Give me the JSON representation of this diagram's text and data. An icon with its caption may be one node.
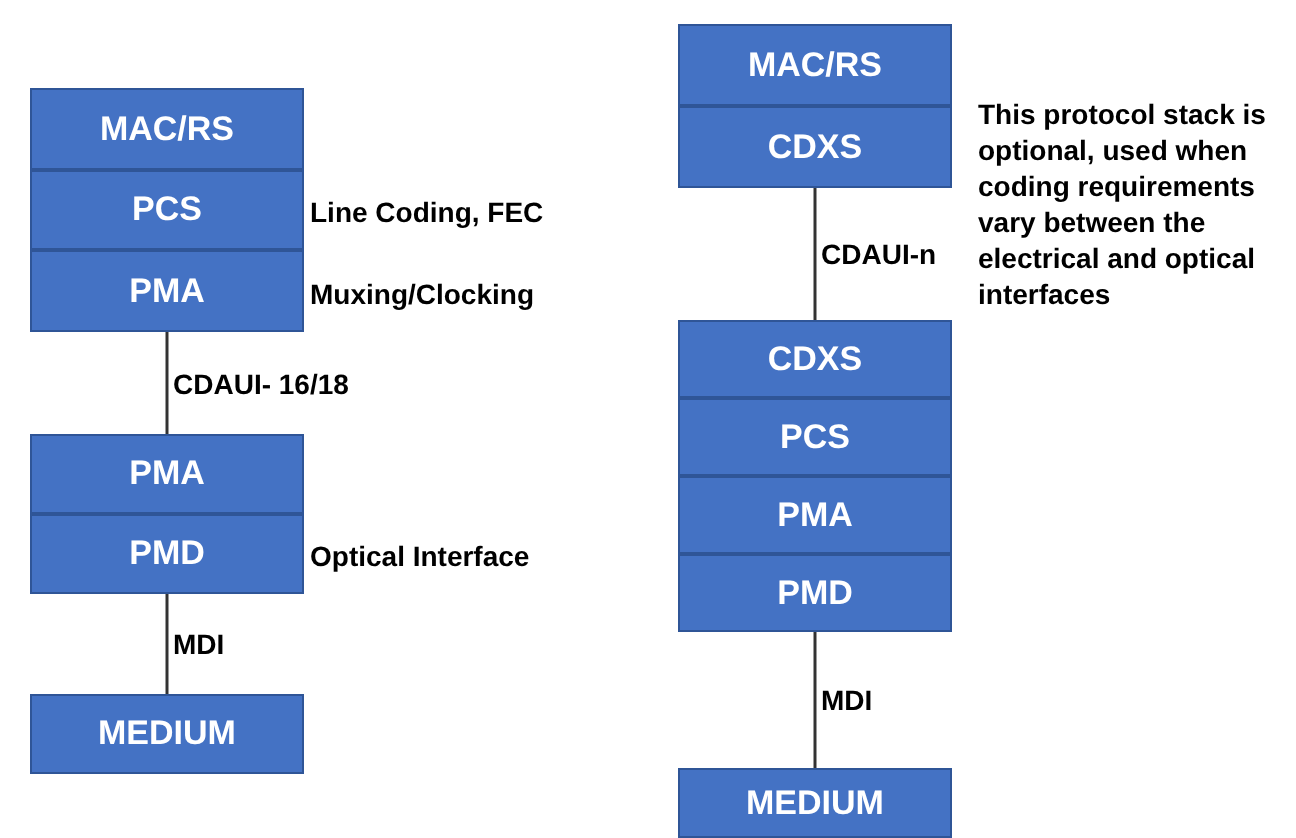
{
  "diagram": {
    "nodes": [
      {
        "text": [
          "MAC/RS"
        ]
      },
      {
        "text": [
          "PCS"
        ],
        "beside": [
          "Line Coding, FEC"
        ]
      },
      {
        "text": [
          "PMA"
        ],
        "beside": [
          "Muxing/Clocking"
        ]
      },
      {
        "text": [
          "PMA"
        ]
      },
      {
        "text": [
          "PMD"
        ],
        "beside": [
          "Optical Interface"
        ]
      },
      {
        "text": [
          "MEDIUM"
        ]
      },
      {
        "text": [
          "MAC/RS"
        ]
      },
      {
        "text": [
          "CDXS"
        ]
      },
      {
        "text": [
          "CDXS"
        ]
      },
      {
        "text": [
          "PCS"
        ]
      },
      {
        "text": [
          "PMA"
        ]
      },
      {
        "text": [
          "PMD"
        ]
      },
      {
        "text": [
          "MEDIUM"
        ]
      }
    ],
    "edges": [
      {
        "from": 2,
        "to": 3,
        "arrow": "none",
        "label": "CDAUI- 16/18"
      },
      {
        "from": 4,
        "to": 5,
        "arrow": "none",
        "label": "MDI"
      },
      {
        "from": 7,
        "to": 8,
        "arrow": "none",
        "label": "CDAUI-n"
      },
      {
        "from": 11,
        "to": 12,
        "arrow": "none",
        "label": "MDI"
      }
    ],
    "labels": [
      "This protocol stack is optional, used when coding requirements vary between the electrical and optical interfaces"
    ]
  }
}
